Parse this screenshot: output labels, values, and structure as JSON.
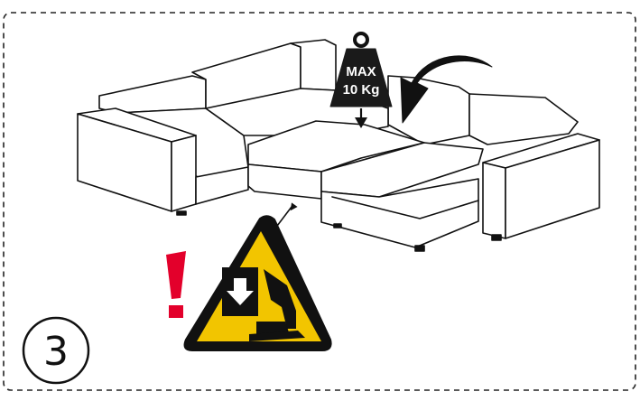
{
  "instruction": {
    "step_number": "3",
    "weight_limit": {
      "line1": "MAX",
      "line2": "10 Kg"
    },
    "icons": {
      "weight": "weight-icon",
      "rotate_arrow": "curved-arrow-icon",
      "exclamation": "exclamation-icon",
      "warning": "crush-hazard-warning-icon"
    },
    "colors": {
      "warning_yellow": "#f2c500",
      "alert_red": "#e3002b",
      "ink": "#111111",
      "weight_fill": "#1a1a1a",
      "border": "#222222"
    }
  }
}
